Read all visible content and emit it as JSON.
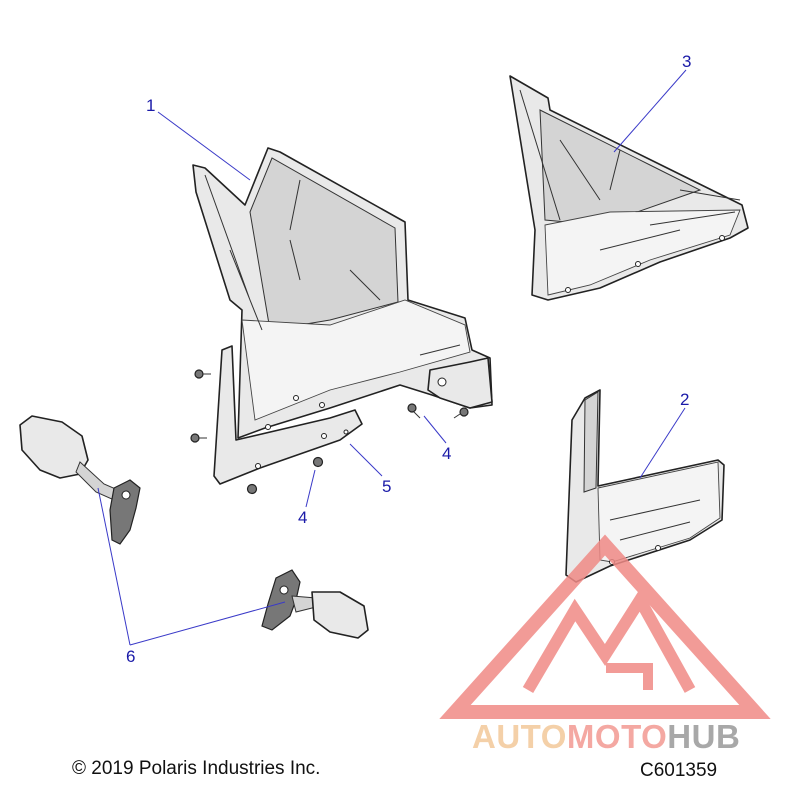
{
  "callouts": {
    "c1": "1",
    "c2": "2",
    "c3": "3",
    "c4a": "4",
    "c4b": "4",
    "c5": "5",
    "c6": "6"
  },
  "footer": {
    "copyright": "© 2019 Polaris Industries Inc.",
    "drawing_number": "C601359"
  },
  "watermark": {
    "part1": "AUTO",
    "part2": "MOTO",
    "part3": "HUB",
    "colors": {
      "auto": "#f3c89a",
      "moto": "#f39a92",
      "hub": "#9a9a9a",
      "logo": "#f08a86"
    }
  },
  "colors": {
    "callout": "#1a1aa8",
    "leader": "#3a3ac8"
  }
}
